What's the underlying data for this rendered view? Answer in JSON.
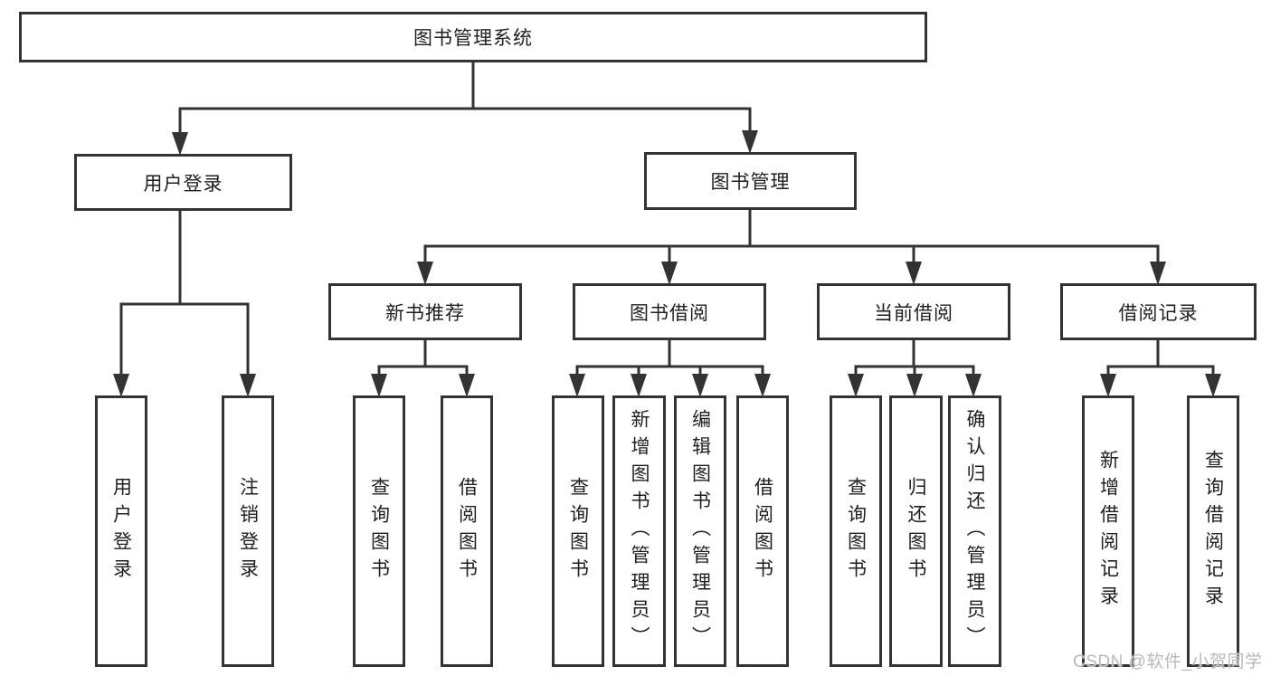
{
  "diagram": {
    "title": "图书管理系统",
    "nodes": {
      "root": "图书管理系统",
      "user_login": "用户登录",
      "book_mgmt": "图书管理",
      "new_books": "新书推荐",
      "book_borrow": "图书借阅",
      "current_borrow": "当前借阅",
      "borrow_records": "借阅记录"
    },
    "leaves": {
      "user_login": [
        "用户登录",
        "注销登录"
      ],
      "new_books": [
        "查询图书",
        "借阅图书"
      ],
      "book_borrow": [
        "查询图书",
        "新增图书（管理员）",
        "编辑图书（管理员）",
        "借阅图书"
      ],
      "current_borrow": [
        "查询图书",
        "归还图书",
        "确认归还（管理员）"
      ],
      "borrow_records": [
        "新增借阅记录",
        "查询借阅记录"
      ]
    },
    "watermark": "CSDN @软件_小贺同学",
    "colors": {
      "line": "#333333",
      "text": "#1f1f1f",
      "watermark": "#b9b9b9",
      "background": "#ffffff"
    }
  }
}
